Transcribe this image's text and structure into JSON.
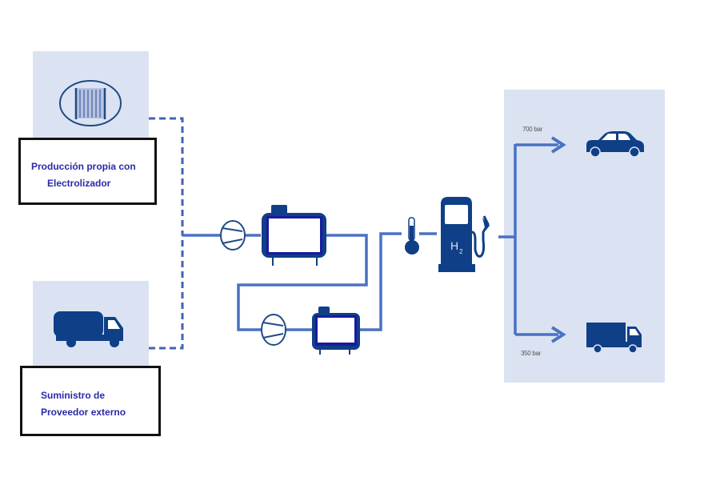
{
  "sources": {
    "electrolyzer": {
      "label_line1": "Producción propia con",
      "label_line2": "Electrolizador",
      "icon": "electrolyzer-icon"
    },
    "supplier": {
      "label_line1": "Suministro de",
      "label_line2": "Proveedor externo",
      "icon": "tanker-truck-icon"
    }
  },
  "process": {
    "compressors": [
      "compressor-icon",
      "compressor-icon"
    ],
    "storage_tanks": [
      "storage-tank-icon",
      "storage-tank-icon"
    ],
    "cooler": "thermometer-icon",
    "dispenser": {
      "icon": "hydrogen-dispenser-icon",
      "text": "H",
      "subscript": "2"
    }
  },
  "outputs": [
    {
      "pressure": "700 bar",
      "vehicle": "car-icon"
    },
    {
      "pressure": "350 bar",
      "vehicle": "truck-icon"
    }
  ],
  "colors": {
    "panel": "#dbe3f2",
    "pipe": "#4a72c4",
    "dark_blue": "#0f3f86",
    "tank_border": "#1a1aa0",
    "label_text": "#2a2aa8"
  }
}
